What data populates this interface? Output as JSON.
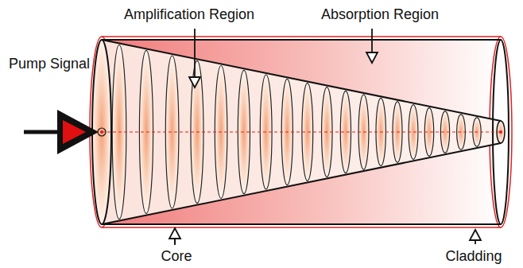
{
  "diagram": {
    "labels": [
      "Amplification Region",
      "Absorption Region",
      "Pump Signal",
      "Core",
      "Cladding"
    ]
  }
}
